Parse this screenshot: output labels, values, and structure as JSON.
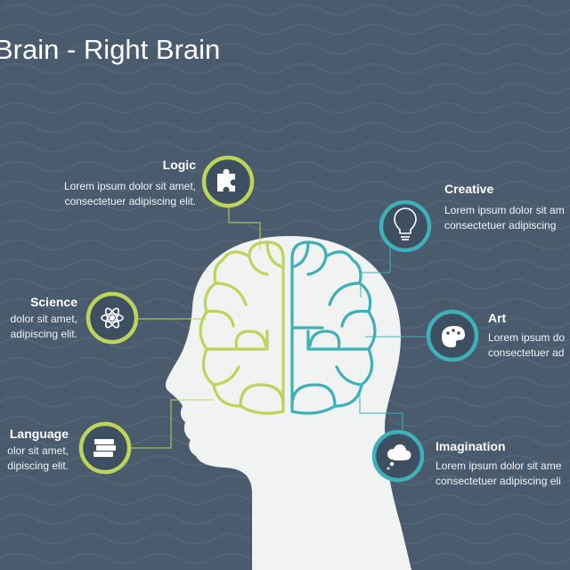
{
  "slide": {
    "title": "Brain - Right Brain"
  },
  "colors": {
    "background": "#4a5b6e",
    "left_accent": "#bdd45a",
    "right_accent": "#3db0b8",
    "head": "#f1f2f2",
    "text": "#ffffff"
  },
  "left_items": [
    {
      "heading": "Logic",
      "line1": "Lorem ipsum dolor sit amet,",
      "line2": "consectetuer adipiscing elit.",
      "icon": "puzzle-icon"
    },
    {
      "heading": "Science",
      "line1": "dolor sit amet,",
      "line2": "adipiscing elit.",
      "icon": "atom-icon"
    },
    {
      "heading": "Language",
      "line1": "olor sit amet,",
      "line2": "dipiscing elit.",
      "icon": "books-icon"
    }
  ],
  "right_items": [
    {
      "heading": "Creative",
      "line1": "Lorem ipsum dolor sit am",
      "line2": "consectetuer adipiscing",
      "icon": "lightbulb-icon"
    },
    {
      "heading": "Art",
      "line1": "Lorem ipsum do",
      "line2": "consectetuer ad",
      "icon": "palette-icon"
    },
    {
      "heading": "Imagination",
      "line1": "Lorem ipsum dolor sit ame",
      "line2": "consectetuer adipiscing eli",
      "icon": "thought-cloud-icon"
    }
  ]
}
